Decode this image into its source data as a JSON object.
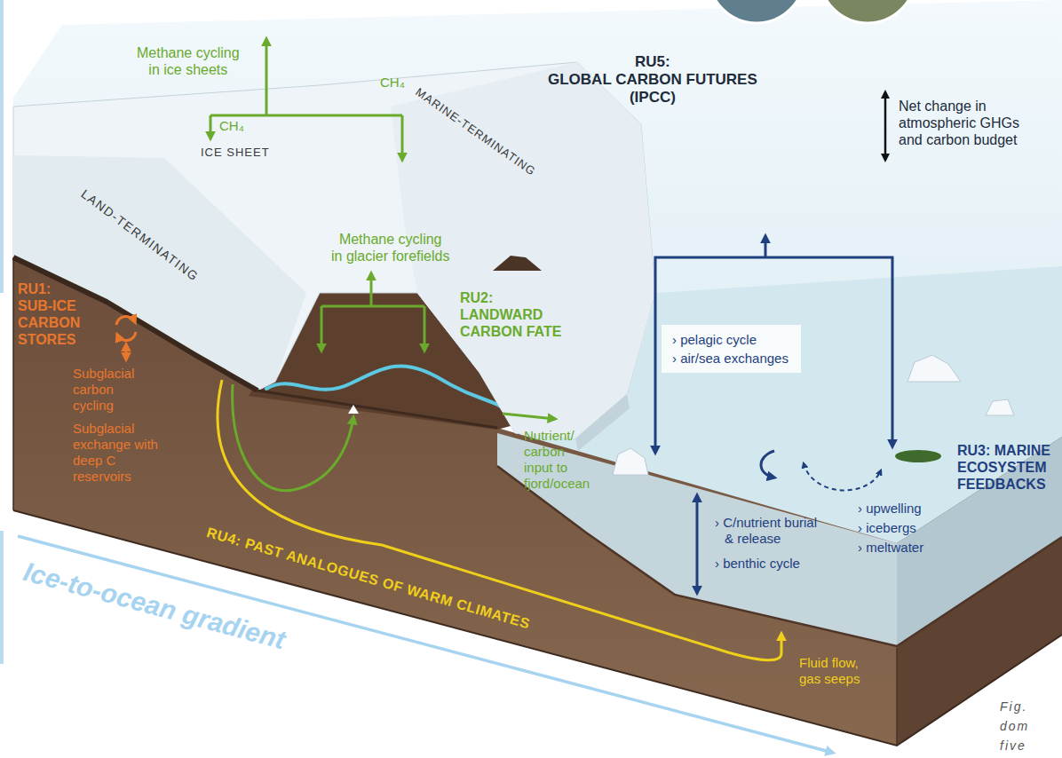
{
  "diagram": {
    "nodes": [
      {
        "text": [
          "› pelagic cycle",
          "› air/sea exchanges"
        ]
      }
    ],
    "labels": [
      "Methane cycling in ice sheets",
      "CH₄",
      "CH₄",
      "ICE SHEET",
      "RU5: GLOBAL CARBON FUTURES (IPCC)",
      "Net change in atmospheric GHGs and carbon budget",
      "MARINE-TERMINATING",
      "LAND-TERMINATING",
      "RU1: SUB-ICE CARBON STORES",
      "Methane cycling in glacier forefields",
      "RU2: LANDWARD CARBON FATE",
      "Subglacial carbon cycling",
      "Subglacial exchange with deep C reservoirs",
      "Nutrient/ carbon input to fjord/ocean",
      "RU3: MARINE ECOSYSTEM FEEDBACKS",
      "› C/nutrient burial & release",
      "› benthic cycle",
      "› upwelling",
      "› icebergs",
      "› meltwater",
      "RU4: PAST ANALOGUES OF WARM CLIMATES",
      "Fluid flow, gas seeps",
      "Ice-to-ocean gradient",
      "Fig.",
      "dom",
      "five"
    ]
  }
}
